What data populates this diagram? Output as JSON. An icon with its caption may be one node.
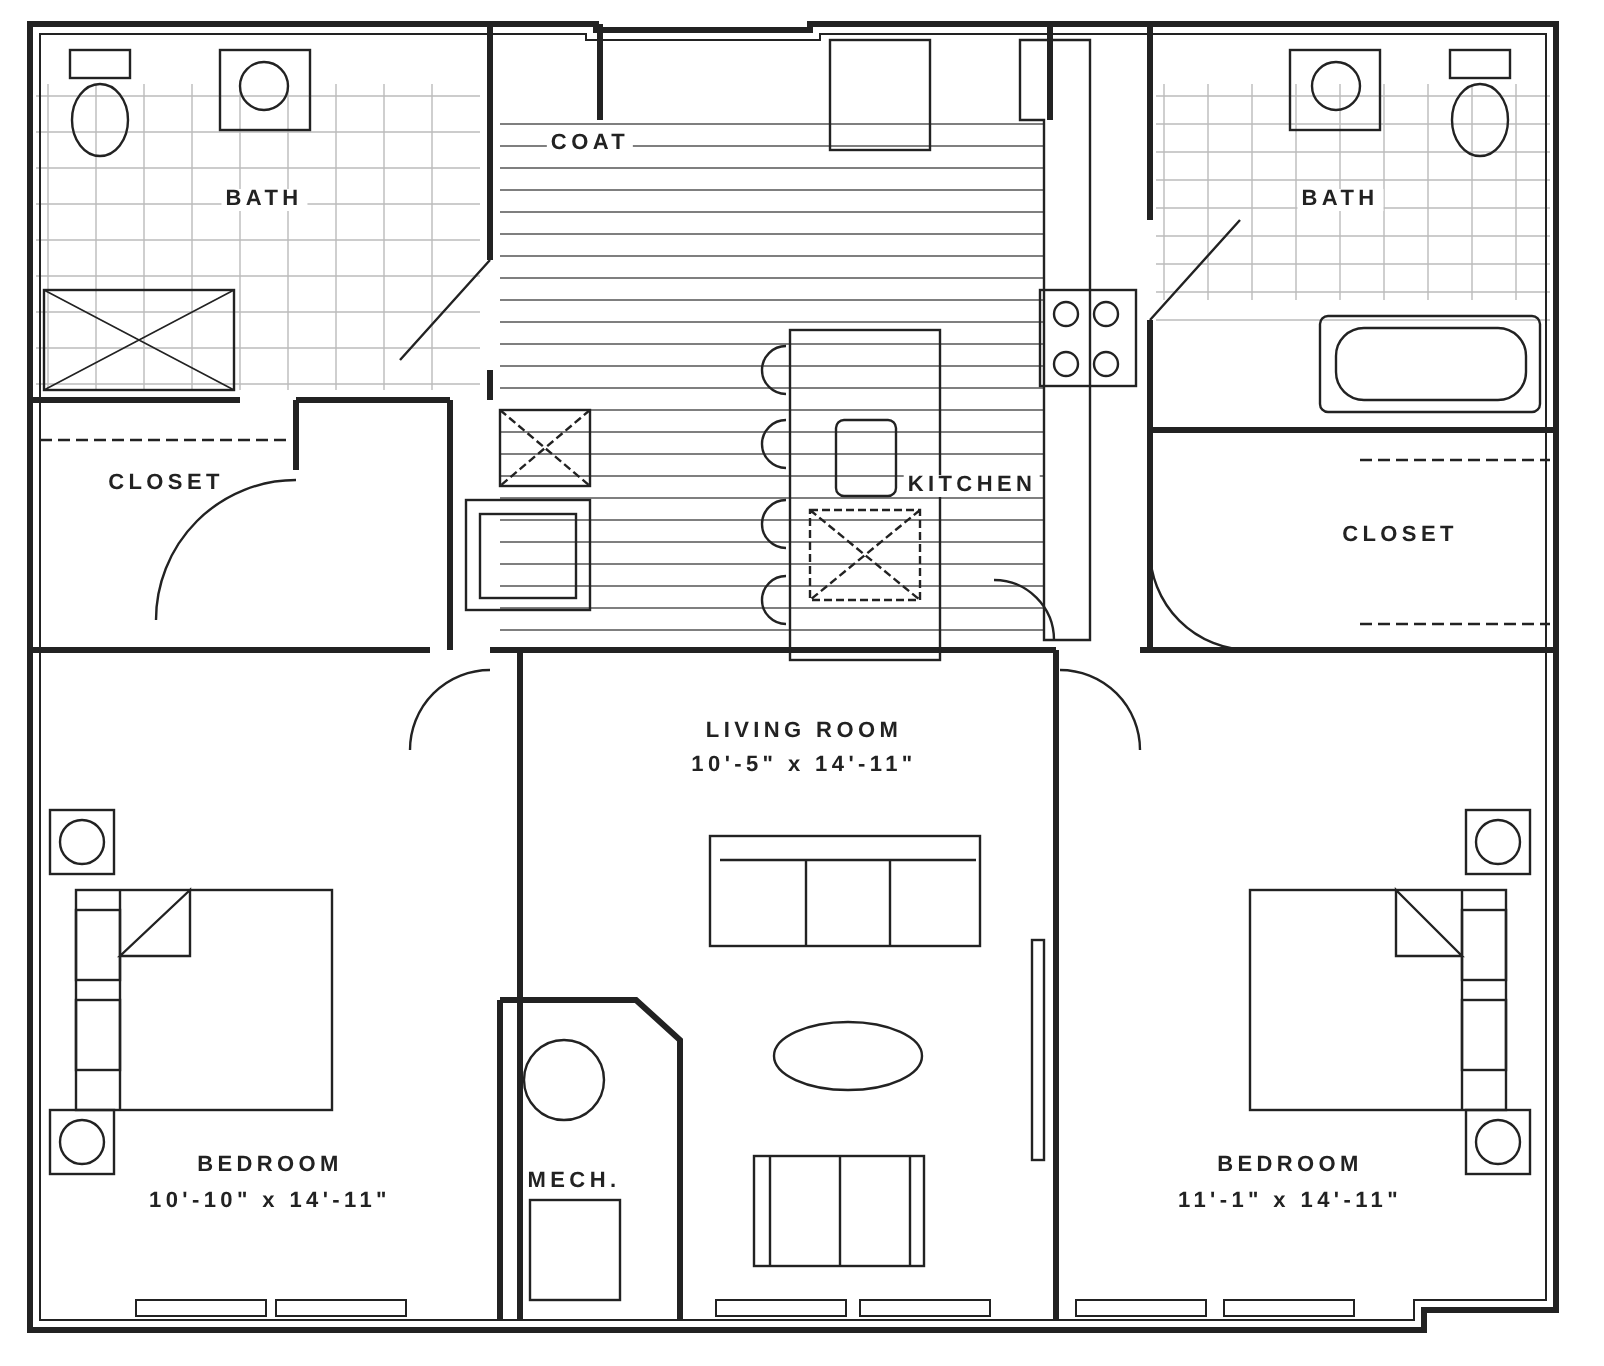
{
  "diagram": {
    "labels": [
      "COAT",
      "BATH",
      "BATH",
      "CLOSET",
      "KITCHEN",
      "CLOSET",
      "LIVING ROOM",
      "10'-5\" x 14'-11\"",
      "BEDROOM",
      "10'-10\" x 14'-11\"",
      "MECH.",
      "BEDROOM",
      "11'-1\" x 14'-11\""
    ]
  }
}
